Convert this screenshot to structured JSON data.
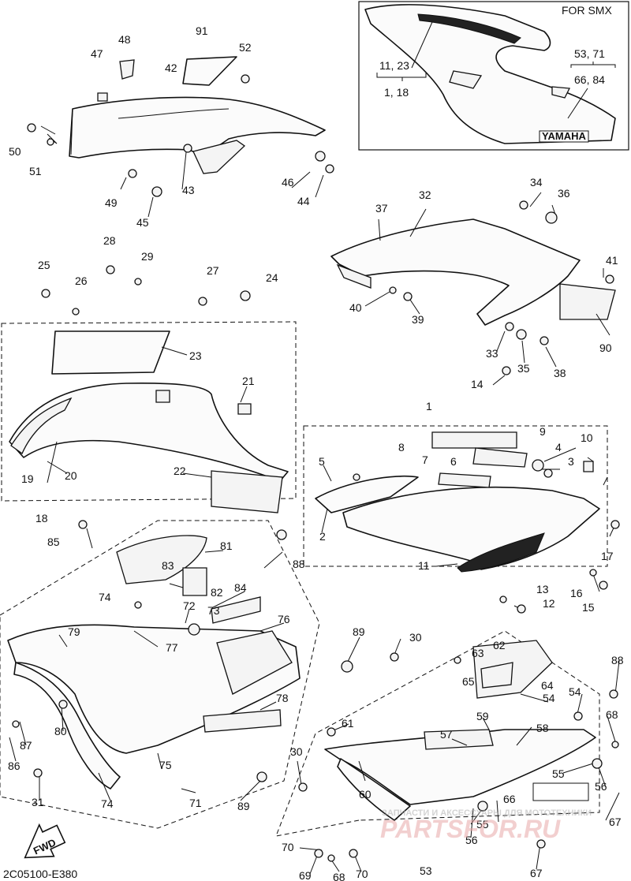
{
  "inset": {
    "title": "FOR SMX",
    "label_a": "11, 23",
    "label_b": "1, 18",
    "label_c": "53, 71",
    "label_d": "66, 84",
    "emblem": "YAMAHA"
  },
  "footer": {
    "code": "2C05100-E380",
    "fwd": "FWD"
  },
  "watermark": {
    "tagline": "ЗАПЧАСТИ И АКСЕССУАРЫ ДЛЯ МОТОТЕХНИКИ",
    "site": "PARTSFOR.RU"
  },
  "callouts": [
    "1",
    "2",
    "3",
    "4",
    "5",
    "6",
    "7",
    "8",
    "9",
    "10",
    "11",
    "12",
    "13",
    "14",
    "15",
    "16",
    "17",
    "18",
    "19",
    "20",
    "21",
    "22",
    "23",
    "24",
    "25",
    "26",
    "27",
    "28",
    "29",
    "30",
    "30",
    "31",
    "32",
    "33",
    "34",
    "35",
    "36",
    "37",
    "38",
    "39",
    "40",
    "41",
    "42",
    "43",
    "44",
    "45",
    "46",
    "47",
    "48",
    "49",
    "50",
    "51",
    "52",
    "53",
    "54",
    "54",
    "55",
    "55",
    "56",
    "56",
    "57",
    "58",
    "59",
    "60",
    "61",
    "62",
    "63",
    "64",
    "65",
    "66",
    "67",
    "67",
    "68",
    "68",
    "69",
    "70",
    "70",
    "71",
    "72",
    "73",
    "74",
    "74",
    "75",
    "76",
    "77",
    "78",
    "79",
    "80",
    "81",
    "82",
    "83",
    "84",
    "85",
    "86",
    "87",
    "88",
    "88",
    "89",
    "89",
    "90",
    "91"
  ]
}
